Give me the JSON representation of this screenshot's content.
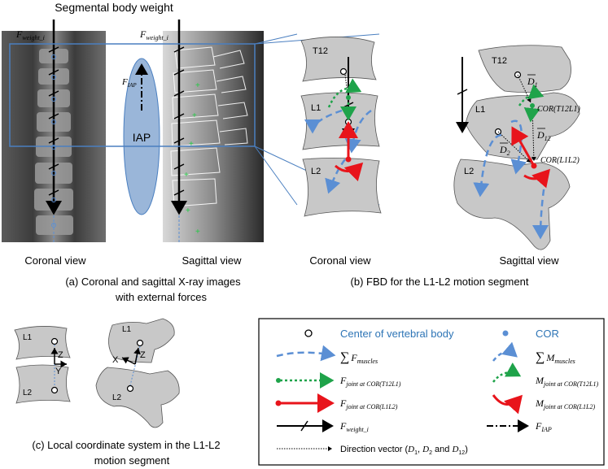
{
  "panel_a": {
    "top_title": "Segmental body weight",
    "fweight_label": "F",
    "fweight_sub": "weight_i",
    "fiap_label": "F",
    "fiap_sub": "IAP",
    "iap_label": "IAP",
    "coronal_caption": "Coronal view",
    "sagittal_caption": "Sagittal view",
    "caption_line1": "(a)  Coronal and sagittal X-ray images",
    "caption_line2": "with external forces"
  },
  "panel_b": {
    "t12": "T12",
    "l1": "L1",
    "l2": "L2",
    "d1": "D",
    "d1_sub": "1",
    "d12": "D",
    "d12_sub": "12",
    "d2": "D",
    "d2_sub": "2",
    "cor_t12l1": "COR(T12L1)",
    "cor_l1l2": "COR(L1L2)",
    "coronal_caption": "Coronal view",
    "sagittal_caption": "Sagittal view",
    "caption": "(b)  FBD for the L1-L2 motion segment"
  },
  "panel_c": {
    "l1": "L1",
    "l2": "L2",
    "z": "Z",
    "y": "Y",
    "x": "X",
    "caption_line1": "(c) Local coordinate system in the L1-L2",
    "caption_line2": "motion segment"
  },
  "legend": {
    "center_label": "Center of vertebral body",
    "cor_label": "COR",
    "sum": "∑",
    "f_muscles": "F",
    "f_muscles_sub": "muscles",
    "m_muscles": "M",
    "m_muscles_sub": "muscles",
    "f_joint_t12l1": "F",
    "f_joint_t12l1_sub": "joint at COR(T12L1)",
    "m_joint_t12l1": "M",
    "m_joint_t12l1_sub": "joint at COR(T12L1)",
    "f_joint_l1l2": "F",
    "f_joint_l1l2_sub": "joint at COR(L1L2)",
    "m_joint_l1l2": "M",
    "m_joint_l1l2_sub": "joint at COR(L1L2)",
    "f_weight": "F",
    "f_weight_sub": "weight_i",
    "f_iap": "F",
    "f_iap_sub": "IAP",
    "direction_label": "Direction vector (",
    "direction_d1": "D",
    "direction_d1_sub": "1",
    "direction_sep": ", ",
    "direction_d2": "D",
    "direction_d2_sub": "2",
    "direction_and": " and ",
    "direction_d12": "D",
    "direction_d12_sub": "12",
    "direction_close": ")"
  },
  "colors": {
    "blue_text": "#2e75b6",
    "muscle_blue": "#5b8fd4",
    "joint_green": "#1fa34a",
    "joint_red": "#e8141b",
    "iap_fill": "#9ab6d9",
    "bone_gray": "#c8c8c8",
    "zoom_box": "#4a7fc0"
  }
}
